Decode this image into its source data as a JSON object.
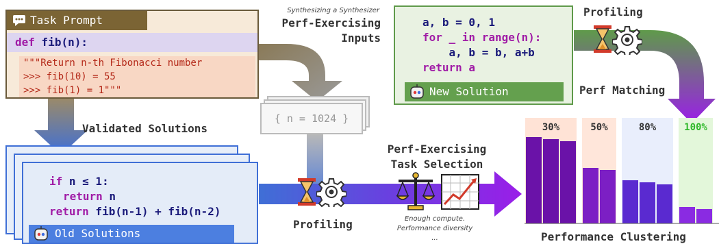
{
  "task_prompt": {
    "header": "Task Prompt",
    "def_kw": "def",
    "def_name": "fib",
    "def_args": "(n):",
    "doc_lines": [
      "\"\"\"Return n-th Fibonacci number",
      ">>> fib(10) = 55",
      ">>> fib(1)  = 1\"\"\""
    ]
  },
  "synth": {
    "caption": "Synthesizing a Synthesizer",
    "title_line1": "Perf-Exercising",
    "title_line2": "Inputs",
    "input_card": "{ n = 1024 }"
  },
  "new_solution": {
    "lines": [
      "a, b = 0, 1",
      "for _ in range(n):",
      "    a, b = b, a+b",
      "return a"
    ],
    "footer": "New Solution"
  },
  "profiling_top": "Profiling",
  "perf_matching": "Perf Matching",
  "validated_solutions": "Validated Solutions",
  "old_solutions": {
    "line1_kw": "if",
    "line1_rest": " n ≤ 1:",
    "line2_kw": "return",
    "line2_rest": " n",
    "line3_kw": "return",
    "line3_rest": " fib(n-1) + fib(n-2)",
    "footer": "Old Solutions"
  },
  "profiling_bottom": "Profiling",
  "task_selection": {
    "title_line1": "Perf-Exercising",
    "title_line2": "Task Selection",
    "caption1": "Enough compute.",
    "caption2": "Performance diversity",
    "caption3": "..."
  },
  "clustering": {
    "title": "Performance Clustering",
    "clusters": [
      {
        "label": "30%",
        "bar_color": "#6a12a8",
        "bg": "#ffe3d6",
        "bars": [
          0.84,
          0.82,
          0.8
        ]
      },
      {
        "label": "50%",
        "bar_color": "#7c1fc4",
        "bg": "#ffe6da",
        "bars": [
          0.54,
          0.52
        ]
      },
      {
        "label": "80%",
        "bar_color": "#5a2ad0",
        "bg": "#e9eefc",
        "bars": [
          0.42,
          0.4,
          0.38
        ]
      },
      {
        "label": "100%",
        "bar_color": "#8a2be2",
        "bg": "#e3f7da",
        "bars": [
          0.16,
          0.14
        ]
      }
    ],
    "colors": {
      "accent_green": "#2fb82a",
      "arrow_purple": "#8b2bea"
    }
  }
}
